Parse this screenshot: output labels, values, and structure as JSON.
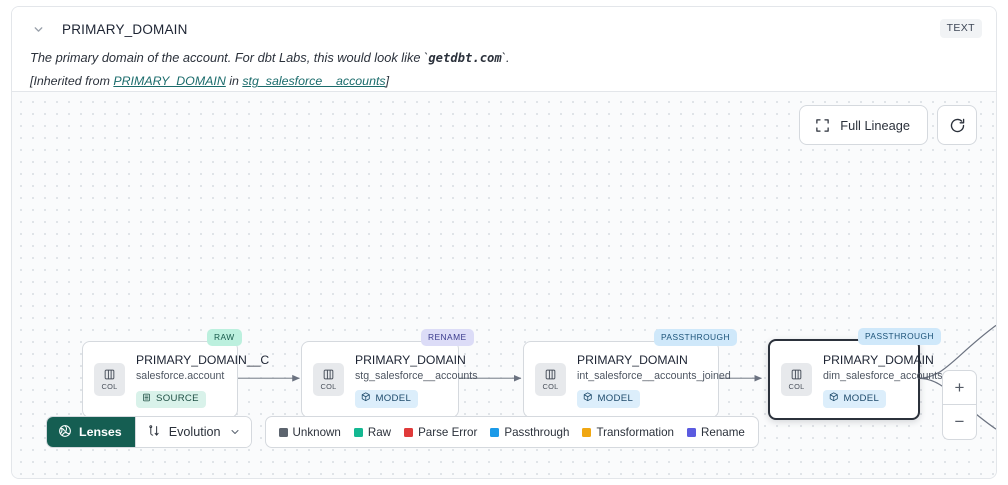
{
  "header": {
    "chevron_icon": "chevron-down-icon",
    "title": "PRIMARY_DOMAIN",
    "type_badge": "TEXT",
    "description_pre": "The primary domain of the account. For dbt Labs, this would look like `",
    "description_code": "getdbt.com",
    "description_post": "`.",
    "inherited_prefix": "[Inherited from ",
    "inherited_link": "PRIMARY_DOMAIN",
    "inherited_mid": " in ",
    "inherited_source": "stg_salesforce__accounts",
    "inherited_suffix": "]"
  },
  "canvas": {
    "controls": {
      "full_lineage_label": "Full Lineage",
      "full_lineage_icon": "expand-corners-icon",
      "refresh_icon": "refresh-icon"
    },
    "zoom": {
      "zoom_in_label": "+",
      "zoom_out_label": "−"
    },
    "nodes": [
      {
        "kind_tag": "RAW",
        "kind_class": "kind-raw",
        "col_label": "COL",
        "title": "PRIMARY_DOMAIN__C",
        "subtitle": "salesforce.account",
        "badge_label": "SOURCE",
        "badge_class": "badge-source",
        "badge_icon": "database-icon",
        "selected": false
      },
      {
        "kind_tag": "RENAME",
        "kind_class": "kind-rename",
        "col_label": "COL",
        "title": "PRIMARY_DOMAIN",
        "subtitle": "stg_salesforce__accounts",
        "badge_label": "MODEL",
        "badge_class": "badge-model",
        "badge_icon": "cube-icon",
        "selected": false
      },
      {
        "kind_tag": "PASSTHROUGH",
        "kind_class": "kind-passthrough",
        "col_label": "COL",
        "title": "PRIMARY_DOMAIN",
        "subtitle": "int_salesforce__accounts_joined",
        "badge_label": "MODEL",
        "badge_class": "badge-model",
        "badge_icon": "cube-icon",
        "selected": false
      },
      {
        "kind_tag": "PASSTHROUGH",
        "kind_class": "kind-passthrough",
        "col_label": "COL",
        "title": "PRIMARY_DOMAIN",
        "subtitle": "dim_salesforce_accounts",
        "badge_label": "MODEL",
        "badge_class": "badge-model",
        "badge_icon": "cube-icon",
        "selected": true
      }
    ]
  },
  "bottom": {
    "lenses_label": "Lenses",
    "lenses_icon": "aperture-icon",
    "evolution_label": "Evolution",
    "evolution_icon": "evolution-icon",
    "evolution_chevron_icon": "chevron-down-icon",
    "legend": [
      {
        "label": "Unknown",
        "color": "#5c646e"
      },
      {
        "label": "Raw",
        "color": "#14b892"
      },
      {
        "label": "Parse Error",
        "color": "#e03a3a"
      },
      {
        "label": "Passthrough",
        "color": "#1b9ae8"
      },
      {
        "label": "Transformation",
        "color": "#f0a712"
      },
      {
        "label": "Rename",
        "color": "#5b5be0"
      }
    ]
  }
}
